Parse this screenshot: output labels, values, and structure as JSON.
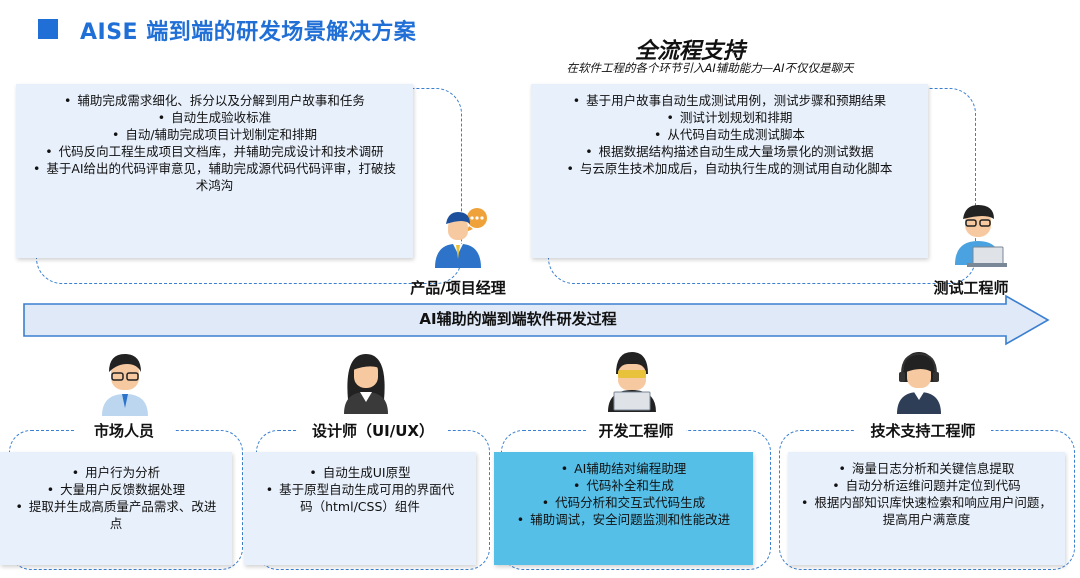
{
  "header": {
    "title": "AISE 端到端的研发场景解决方案",
    "center_title": "全流程支持",
    "center_subtitle": "在软件工程的各个环节引入AI辅助能力—AI不仅仅是聊天"
  },
  "process_arrow": {
    "label": "AI辅助的端到端软件研发过程"
  },
  "product_manager": {
    "label": "产品/项目经理",
    "items": [
      "辅助完成需求细化、拆分以及分解到用户故事和任务",
      "自动生成验收标准",
      "自动/辅助完成项目计划制定和排期",
      "代码反向工程生成项目文档库，并辅助完成设计和技术调研",
      "基于AI给出的代码评审意见，辅助完成源代码代码评审，打破技术鸿沟"
    ]
  },
  "test_engineer": {
    "label": "测试工程师",
    "items": [
      "基于用户故事自动生成测试用例，测试步骤和预期结果",
      "测试计划规划和排期",
      "从代码自动生成测试脚本",
      "根据数据结构描述自动生成大量场景化的测试数据",
      "与云原生技术加成后，自动执行生成的测试用自动化脚本"
    ]
  },
  "marketing": {
    "label": "市场人员",
    "items": [
      "用户行为分析",
      "大量用户反馈数据处理",
      "提取并生成高质量产品需求、改进点"
    ]
  },
  "designer": {
    "label": "设计师（UI/UX）",
    "items": [
      "自动生成UI原型",
      "基于原型自动生成可用的界面代码（html/CSS）组件"
    ]
  },
  "developer": {
    "label": "开发工程师",
    "items": [
      "AI辅助结对编程助理",
      "代码补全和生成",
      "代码分析和交互式代码生成",
      "辅助调试，安全问题监测和性能改进"
    ]
  },
  "support": {
    "label": "技术支持工程师",
    "items": [
      "海量日志分析和关键信息提取",
      "自动分析运维问题并定位到代码",
      "根据内部知识库快速检索和响应用户问题，提高用户满意度"
    ]
  },
  "bullet": "•",
  "colors": {
    "accent": "#1f6fd6",
    "box_bg": "#e8f0fb",
    "highlight_box": "#55bfe8",
    "arrow_fill": "#dfe9f7",
    "arrow_stroke": "#3b7fd0"
  }
}
